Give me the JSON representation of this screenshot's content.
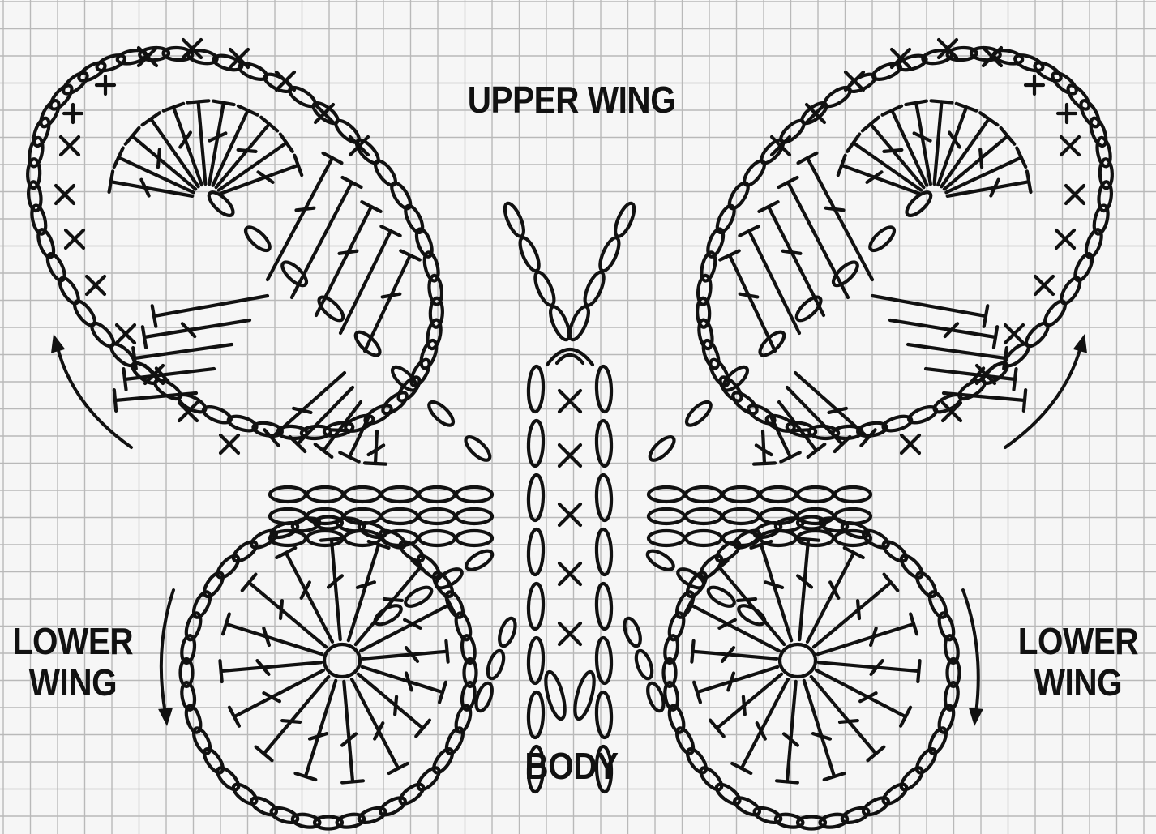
{
  "labels": {
    "upper_wing": "UPPER WING",
    "body": "BODY",
    "lower_wing_left": {
      "line1": "LOWER",
      "line2": "WING"
    },
    "lower_wing_right": {
      "line1": "LOWER",
      "line2": "WING"
    }
  },
  "colors": {
    "background": "#f6f6f6",
    "grid": "#b9b9b9",
    "ink": "#111111"
  },
  "symbols": {
    "chain": "chain-oval",
    "single_crochet": "x-mark",
    "double_crochet": "t-post",
    "ring": "center-ring"
  }
}
